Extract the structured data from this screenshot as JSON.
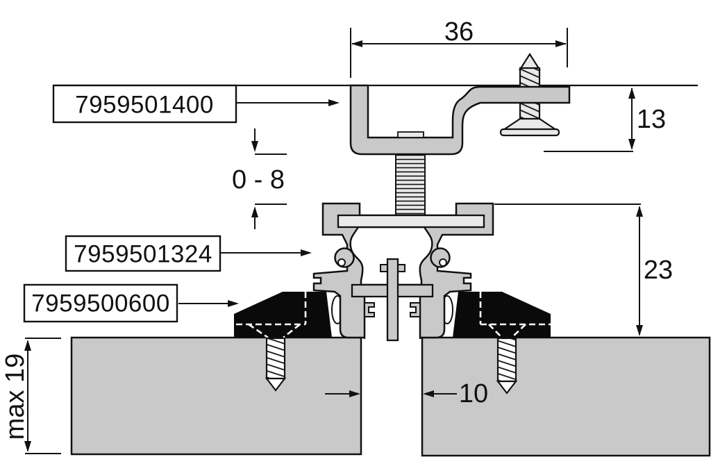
{
  "diagram": {
    "type": "technical-cross-section",
    "part_labels": [
      {
        "part_number": "7959501400"
      },
      {
        "part_number": "7959501324"
      },
      {
        "part_number": "7959500600"
      }
    ],
    "dimensions": {
      "top_width": "36",
      "bracket_height": "13",
      "adjust_range": "0 - 8",
      "profile_height": "23",
      "joint_gap": "10",
      "max_depth": "max 19"
    },
    "colors": {
      "profile_gray": "#c9c9c9",
      "light_gray": "#e9e9e9",
      "outline": "#111111",
      "wedge_black": "#0a0a0a",
      "background": "#ffffff"
    }
  }
}
